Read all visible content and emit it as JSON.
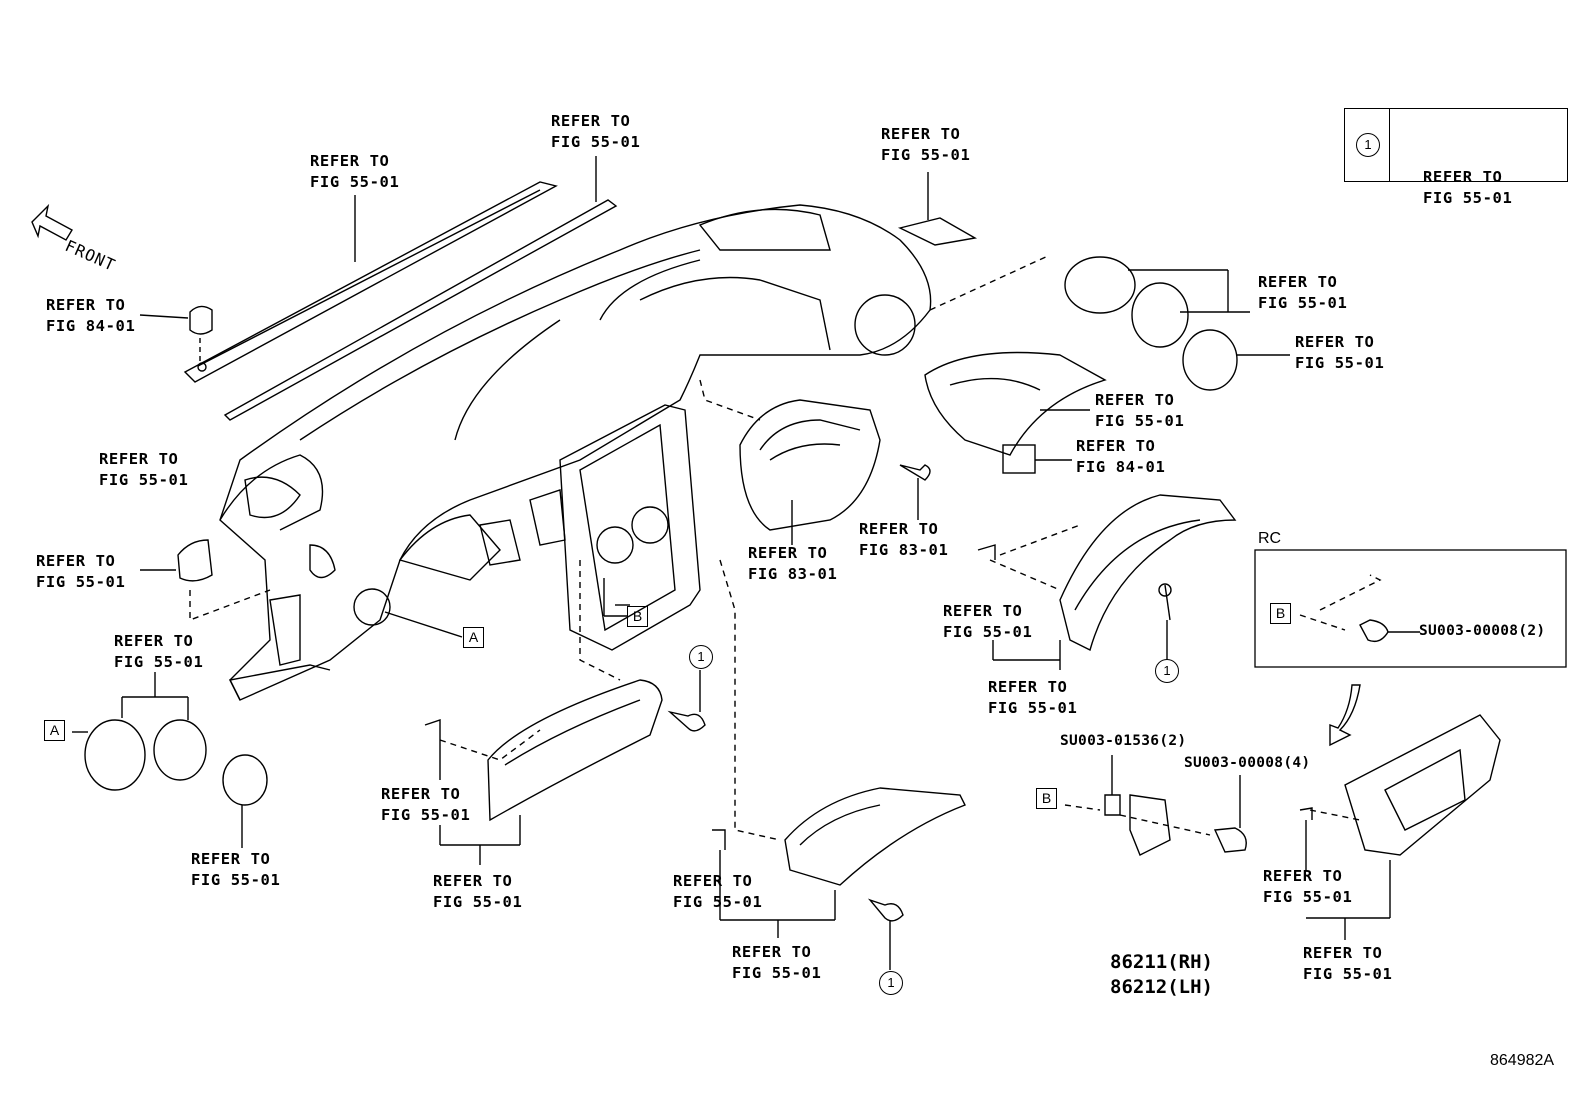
{
  "refer_labels": [
    {
      "id": "top-trim",
      "l1": "REFER TO",
      "l2": "FIG 55-01"
    },
    {
      "id": "top-strip",
      "l1": "REFER TO",
      "l2": "FIG 55-01"
    },
    {
      "id": "center-vent",
      "l1": "REFER TO",
      "l2": "FIG 55-01"
    },
    {
      "id": "clip-top-left",
      "l1": "REFER TO",
      "l2": "FIG 84-01"
    },
    {
      "id": "left-side",
      "l1": "REFER TO",
      "l2": "FIG 55-01"
    },
    {
      "id": "left-small-panel",
      "l1": "REFER TO",
      "l2": "FIG 55-01"
    },
    {
      "id": "left-vent",
      "l1": "REFER TO",
      "l2": "FIG 55-01"
    },
    {
      "id": "left-ring",
      "l1": "REFER TO",
      "l2": "FIG 55-01"
    },
    {
      "id": "glovebox-clip",
      "l1": "REFER TO",
      "l2": "FIG 55-01"
    },
    {
      "id": "glovebox",
      "l1": "REFER TO",
      "l2": "FIG 55-01"
    },
    {
      "id": "meter",
      "l1": "REFER TO",
      "l2": "FIG 83-01"
    },
    {
      "id": "meter-screw",
      "l1": "REFER TO",
      "l2": "FIG 83-01"
    },
    {
      "id": "lower-clip",
      "l1": "REFER TO",
      "l2": "FIG 55-01"
    },
    {
      "id": "lower-panel",
      "l1": "REFER TO",
      "l2": "FIG 55-01"
    },
    {
      "id": "right-vent",
      "l1": "REFER TO",
      "l2": "FIG 55-01"
    },
    {
      "id": "right-ring",
      "l1": "REFER TO",
      "l2": "FIG 55-01"
    },
    {
      "id": "meter-hood",
      "l1": "REFER TO",
      "l2": "FIG 55-01"
    },
    {
      "id": "switch",
      "l1": "REFER TO",
      "l2": "FIG 84-01"
    },
    {
      "id": "right-clip",
      "l1": "REFER TO",
      "l2": "FIG 55-01"
    },
    {
      "id": "right-cover",
      "l1": "REFER TO",
      "l2": "FIG 55-01"
    },
    {
      "id": "rc-clip",
      "l1": "REFER TO",
      "l2": "FIG 55-01"
    },
    {
      "id": "rc-panel",
      "l1": "REFER TO",
      "l2": "FIG 55-01"
    }
  ],
  "legend": {
    "symbol": "1",
    "l1": "REFER TO",
    "l2": "FIG 55-01"
  },
  "front_label": "FRONT",
  "ref_A": "A",
  "ref_B": "B",
  "circle_one": "1",
  "rc_title": "RC",
  "part_numbers": {
    "rc_bolt": "SU003-00008(2)",
    "clip_b": "SU003-01536(2)",
    "bolt_4": "SU003-00008(4)",
    "bracket_rh": "86211(RH)",
    "bracket_lh": "86212(LH)"
  },
  "diagram_code": "864982A"
}
